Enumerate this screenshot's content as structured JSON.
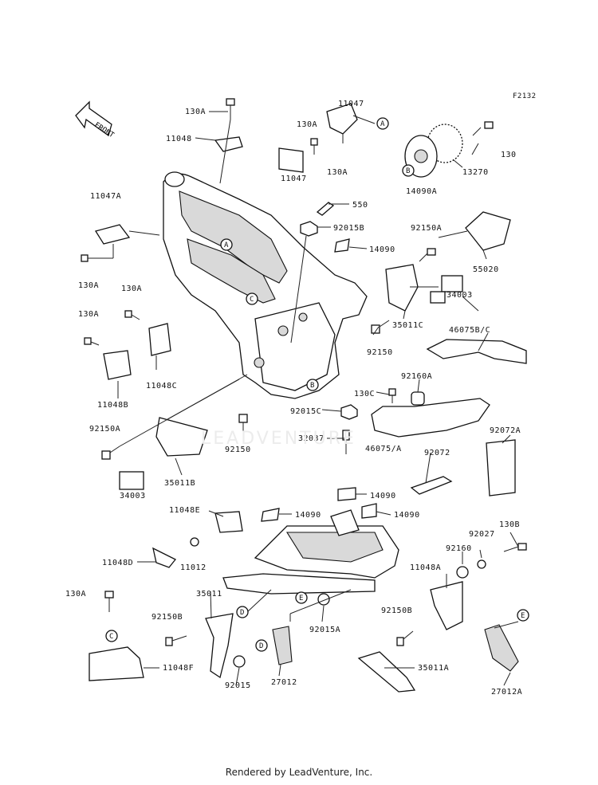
{
  "diagram_code": "F2132",
  "front_label": "FRONT",
  "watermark": "LEADVENTURE",
  "footer": "Rendered by LeadVenture, Inc.",
  "labels": [
    {
      "id": "p-130a-top",
      "text": "130A"
    },
    {
      "id": "p-11048-top",
      "text": "11048"
    },
    {
      "id": "p-11047-top",
      "text": "11047"
    },
    {
      "id": "p-130a-tm",
      "text": "130A"
    },
    {
      "id": "p-130a-tm2",
      "text": "130A"
    },
    {
      "id": "p-11047-mid",
      "text": "11047"
    },
    {
      "id": "p-130-right",
      "text": "130"
    },
    {
      "id": "p-13270",
      "text": "13270"
    },
    {
      "id": "p-14090a",
      "text": "14090A"
    },
    {
      "id": "p-550",
      "text": "550"
    },
    {
      "id": "p-11047a",
      "text": "11047A"
    },
    {
      "id": "p-130a-l1",
      "text": "130A"
    },
    {
      "id": "p-92015b",
      "text": "92015B"
    },
    {
      "id": "p-92150a-r",
      "text": "92150A"
    },
    {
      "id": "p-14090-r",
      "text": "14090"
    },
    {
      "id": "p-55020",
      "text": "55020"
    },
    {
      "id": "p-130a-l2",
      "text": "130A"
    },
    {
      "id": "p-130a-l3",
      "text": "130A"
    },
    {
      "id": "p-34003-r",
      "text": "34003"
    },
    {
      "id": "p-46075bc",
      "text": "46075B/C"
    },
    {
      "id": "p-35011c",
      "text": "35011C"
    },
    {
      "id": "p-92150-r",
      "text": "92150"
    },
    {
      "id": "p-11048c",
      "text": "11048C"
    },
    {
      "id": "p-11048b",
      "text": "11048B"
    },
    {
      "id": "p-92160a",
      "text": "92160A"
    },
    {
      "id": "p-130c",
      "text": "130C"
    },
    {
      "id": "p-92015c",
      "text": "92015C"
    },
    {
      "id": "p-92150a-l",
      "text": "92150A"
    },
    {
      "id": "p-92150-l",
      "text": "92150"
    },
    {
      "id": "p-32037",
      "text": "32037"
    },
    {
      "id": "p-46075a",
      "text": "46075/A"
    },
    {
      "id": "p-92072a",
      "text": "92072A"
    },
    {
      "id": "p-35011b",
      "text": "35011B"
    },
    {
      "id": "p-92072",
      "text": "92072"
    },
    {
      "id": "p-34003-l",
      "text": "34003"
    },
    {
      "id": "p-14090-b1",
      "text": "14090"
    },
    {
      "id": "p-11048e",
      "text": "11048E"
    },
    {
      "id": "p-14090-b2",
      "text": "14090"
    },
    {
      "id": "p-14090-b3",
      "text": "14090"
    },
    {
      "id": "p-130b",
      "text": "130B"
    },
    {
      "id": "p-92027",
      "text": "92027"
    },
    {
      "id": "p-92160",
      "text": "92160"
    },
    {
      "id": "p-11048d",
      "text": "11048D"
    },
    {
      "id": "p-11012",
      "text": "11012"
    },
    {
      "id": "p-11048a",
      "text": "11048A"
    },
    {
      "id": "p-130a-bl",
      "text": "130A"
    },
    {
      "id": "p-35011",
      "text": "35011"
    },
    {
      "id": "p-92150b-l",
      "text": "92150B"
    },
    {
      "id": "p-92015a",
      "text": "92015A"
    },
    {
      "id": "p-92150b-r",
      "text": "92150B"
    },
    {
      "id": "p-11048f",
      "text": "11048F"
    },
    {
      "id": "p-35011a",
      "text": "35011A"
    },
    {
      "id": "p-92015",
      "text": "92015"
    },
    {
      "id": "p-27012",
      "text": "27012"
    },
    {
      "id": "p-27012a",
      "text": "27012A"
    }
  ],
  "refs": [
    {
      "id": "r-a1",
      "text": "A"
    },
    {
      "id": "r-a2",
      "text": "A"
    },
    {
      "id": "r-b1",
      "text": "B"
    },
    {
      "id": "r-b2",
      "text": "B"
    },
    {
      "id": "r-c1",
      "text": "C"
    },
    {
      "id": "r-c2",
      "text": "C"
    },
    {
      "id": "r-d1",
      "text": "D"
    },
    {
      "id": "r-d2",
      "text": "D"
    },
    {
      "id": "r-e1",
      "text": "E"
    },
    {
      "id": "r-e2",
      "text": "E"
    }
  ]
}
